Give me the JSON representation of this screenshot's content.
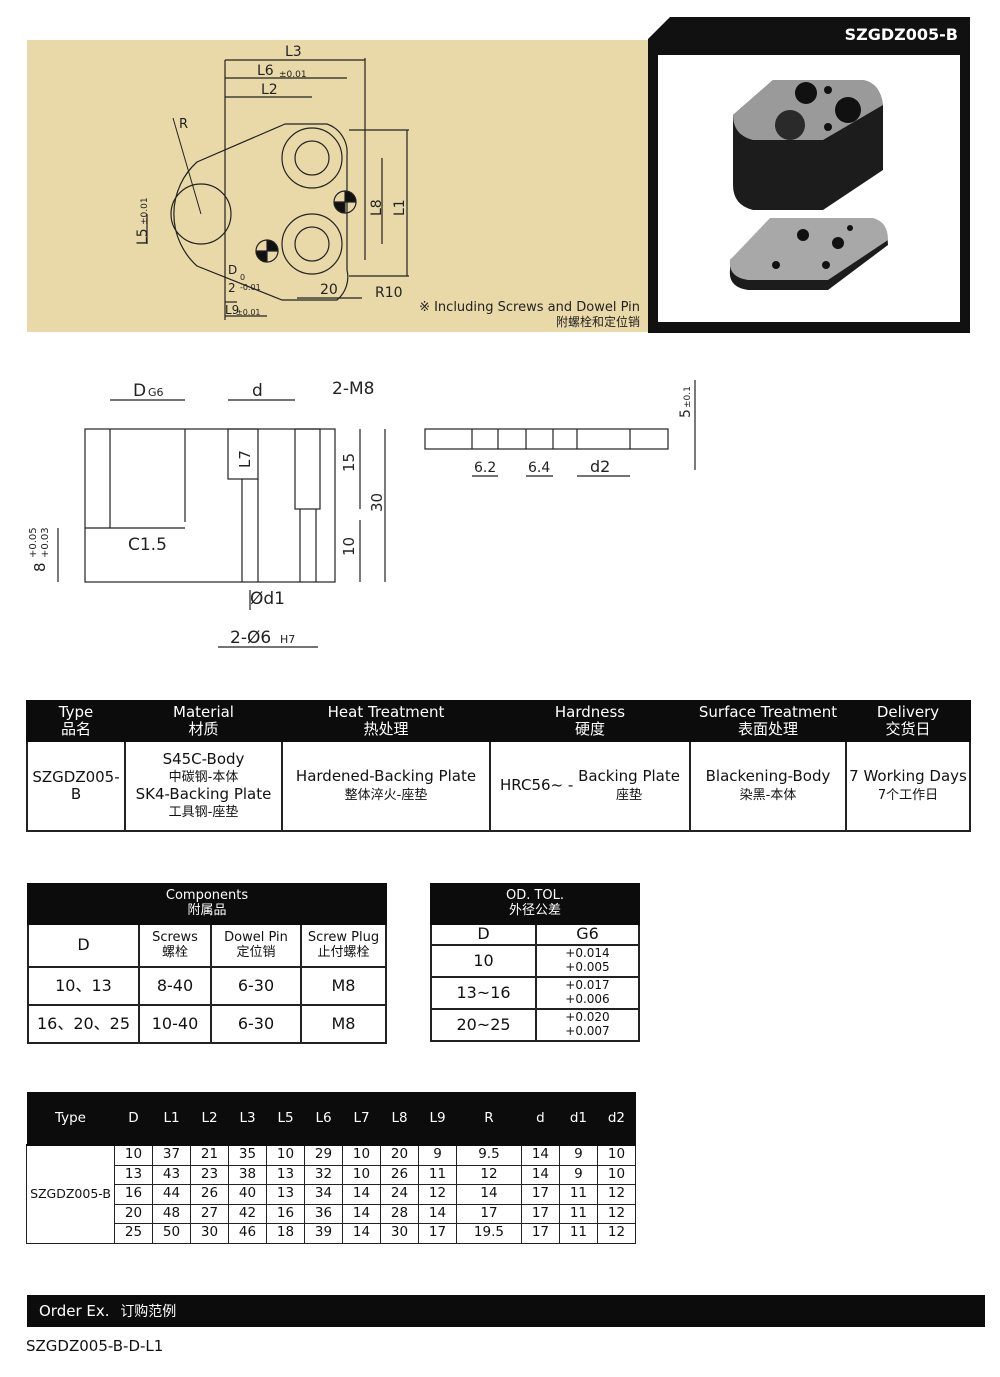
{
  "product": {
    "code": "SZGDZ005-B"
  },
  "top_drawing": {
    "labels": {
      "L3": "L3",
      "L6": "L6",
      "L6_tol": "±0.01",
      "L2": "L2",
      "R": "R",
      "L5": "L5",
      "L5_tol": "±0.01",
      "L8": "L8",
      "L1": "L1",
      "D": "D",
      "half": "2",
      "half_tol_top": "0",
      "half_tol_bot": "-0.01",
      "L9": "L9",
      "L9_tol": "±0.01",
      "twenty": "20",
      "R10": "R10"
    },
    "note_en": "※ Including Screws and Dowel Pin",
    "note_cn": "附螺栓和定位销"
  },
  "side_drawing": {
    "labels": {
      "DG6": "D",
      "G6": "G6",
      "d": "d",
      "M8": "2-M8",
      "L7": "L7",
      "fifteen": "15",
      "thirty": "30",
      "ten": "10",
      "C15": "C1.5",
      "eight": "8",
      "tol_plus": "+0.05",
      "tol_minus": "+0.03",
      "d1": "Ød1",
      "pin": "2-Ø6",
      "H7": "H7",
      "plate_t": "5",
      "plate_tol": "±0.1",
      "w62": "6.2",
      "w64": "6.4",
      "d2": "d2"
    }
  },
  "spec_table": {
    "headers": [
      {
        "en": "Type",
        "cn": "品名"
      },
      {
        "en": "Material",
        "cn": "材质"
      },
      {
        "en": "Heat Treatment",
        "cn": "热处理"
      },
      {
        "en": "Hardness",
        "cn": "硬度"
      },
      {
        "en": "Surface Treatment",
        "cn": "表面处理"
      },
      {
        "en": "Delivery",
        "cn": "交货日"
      }
    ],
    "row": {
      "type": "SZGDZ005-B",
      "material_1_en": "S45C-Body",
      "material_1_cn": "中碳钢-本体",
      "material_2_en": "SK4-Backing Plate",
      "material_2_cn": "工具钢-座垫",
      "heat_en": "Hardened-Backing Plate",
      "heat_cn": "整体淬火-座垫",
      "hardness_val": "HRC56~ -",
      "hardness_en": "Backing Plate",
      "hardness_cn": "座垫",
      "surface_en": "Blackening-Body",
      "surface_cn": "染黑-本体",
      "delivery_en": "7 Working Days",
      "delivery_cn": "7个工作日"
    }
  },
  "components": {
    "title_en": "Components",
    "title_cn": "附属品",
    "cols": [
      {
        "en": "D",
        "cn": ""
      },
      {
        "en": "Screws",
        "cn": "螺栓"
      },
      {
        "en": "Dowel Pin",
        "cn": "定位销"
      },
      {
        "en": "Screw Plug",
        "cn": "止付螺栓"
      }
    ],
    "rows": [
      [
        "10、13",
        "8-40",
        "6-30",
        "M8"
      ],
      [
        "16、20、25",
        "10-40",
        "6-30",
        "M8"
      ]
    ]
  },
  "od_tol": {
    "title_en": "OD. TOL.",
    "title_cn": "外径公差",
    "cols": [
      "D",
      "G6"
    ],
    "rows": [
      {
        "d": "10",
        "upper": "+0.014",
        "lower": "+0.005"
      },
      {
        "d": "13~16",
        "upper": "+0.017",
        "lower": "+0.006"
      },
      {
        "d": "20~25",
        "upper": "+0.020",
        "lower": "+0.007"
      }
    ]
  },
  "dim_table": {
    "headers": [
      "Type",
      "D",
      "L1",
      "L2",
      "L3",
      "L5",
      "L6",
      "L7",
      "L8",
      "L9",
      "R",
      "d",
      "d1",
      "d2"
    ],
    "type": "SZGDZ005-B",
    "rows": [
      [
        "10",
        "37",
        "21",
        "35",
        "10",
        "29",
        "10",
        "20",
        "9",
        "9.5",
        "14",
        "9",
        "10"
      ],
      [
        "13",
        "43",
        "23",
        "38",
        "13",
        "32",
        "10",
        "26",
        "11",
        "12",
        "14",
        "9",
        "10"
      ],
      [
        "16",
        "44",
        "26",
        "40",
        "13",
        "34",
        "14",
        "24",
        "12",
        "14",
        "17",
        "11",
        "12"
      ],
      [
        "20",
        "48",
        "27",
        "42",
        "16",
        "36",
        "14",
        "28",
        "14",
        "17",
        "17",
        "11",
        "12"
      ],
      [
        "25",
        "50",
        "30",
        "46",
        "18",
        "39",
        "14",
        "30",
        "17",
        "19.5",
        "17",
        "11",
        "12"
      ]
    ]
  },
  "order": {
    "label_en": "Order Ex.",
    "label_cn": "订购范例",
    "example": "SZGDZ005-B-D-L1"
  }
}
